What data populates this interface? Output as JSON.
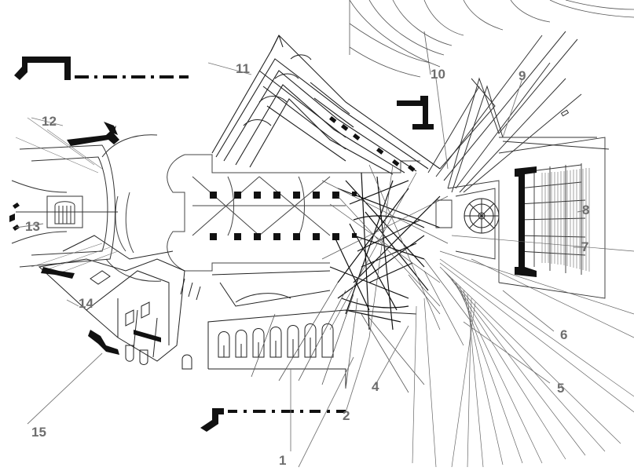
{
  "callouts": [
    {
      "id": "1",
      "label": "1"
    },
    {
      "id": "2",
      "label": "2"
    },
    {
      "id": "4",
      "label": "4"
    },
    {
      "id": "5",
      "label": "5"
    },
    {
      "id": "6",
      "label": "6"
    },
    {
      "id": "7",
      "label": "7"
    },
    {
      "id": "8",
      "label": "8"
    },
    {
      "id": "9",
      "label": "9"
    },
    {
      "id": "10",
      "label": "10"
    },
    {
      "id": "11",
      "label": "11"
    },
    {
      "id": "12",
      "label": "12"
    },
    {
      "id": "13",
      "label": "13"
    },
    {
      "id": "14",
      "label": "14"
    },
    {
      "id": "15",
      "label": "15"
    }
  ]
}
